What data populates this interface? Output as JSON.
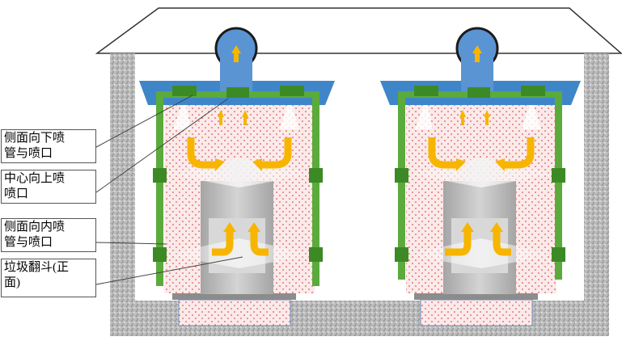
{
  "labels": [
    {
      "text": "侧面向下喷\n管与喷口"
    },
    {
      "text": "中心向上喷\n喷口"
    },
    {
      "text": "侧面向内喷\n管与喷口"
    },
    {
      "text": "垃圾翻斗(正\n面)"
    }
  ],
  "colors": {
    "roof_outline": "#333333",
    "ground": "#b5b5b5",
    "pipe": "#5aab3b",
    "blue_canopy": "#3f86c9",
    "fan": "#5b94d3",
    "arrow": "#f7b500",
    "dots": "#d03030",
    "bin": "#c8c8c8"
  }
}
